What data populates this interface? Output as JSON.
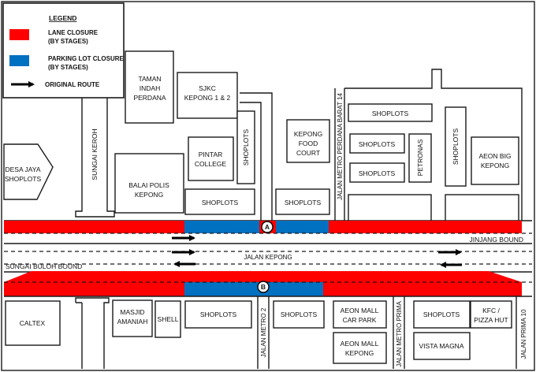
{
  "colors": {
    "lane": "#ff0000",
    "parking": "#0070c0"
  },
  "legend": {
    "title": "LEGEND",
    "lane_1": "LANE CLOSURE",
    "lane_2": "(BY STAGES)",
    "park_1": "PARKING LOT CLOSURE",
    "park_2": "(BY STAGES)",
    "route": "ORIGINAL ROUTE"
  },
  "roads": {
    "main": "JALAN KEPONG",
    "jinjang": "JINJANG BOUND",
    "sungai_buloh": "SUNGAI BULOH BOUND",
    "perdana": "JALAN METRO PERDANA BARAT 14",
    "metro2": "JALAN METRO 2",
    "metro_prima": "JALAN METRO PRIMA",
    "prima10": "JALAN PRIMA 10",
    "sungai_keroh": "SUNGAI KEROH"
  },
  "markers": {
    "a": "A",
    "b": "B"
  },
  "north": {
    "desa_1": "DESA JAYA",
    "desa_2": "SHOPLOTS",
    "taman_1": "TAMAN",
    "taman_2": "INDAH",
    "taman_3": "PERDANA",
    "sjkc_1": "SJKC",
    "sjkc_2": "KEPONG 1 & 2",
    "pintar_1": "PINTAR",
    "pintar_2": "COLLEGE",
    "shoplots_v1": "SHOPLOTS",
    "balai_1": "BALAI POLIS",
    "balai_2": "KEPONG",
    "shoplots_a": "SHOPLOTS",
    "fc_1": "KEPONG",
    "fc_2": "FOOD",
    "fc_3": "COURT",
    "shoplots_b": "SHOPLOTS",
    "shoplots_c": "SHOPLOTS",
    "shoplots_d": "SHOPLOTS",
    "shoplots_e": "SHOPLOTS",
    "petronas": "PETRONAS",
    "shoplots_v2": "SHOPLOTS",
    "aeon_1": "AEON BIG",
    "aeon_2": "KEPONG"
  },
  "south": {
    "caltex": "CALTEX",
    "masjid_1": "MASJID",
    "masjid_2": "AMANIAH",
    "shell": "SHELL",
    "shoplots_1": "SHOPLOTS",
    "shoplots_2": "SHOPLOTS",
    "carpark_1": "AEON MALL",
    "carpark_2": "CAR PARK",
    "mall_1": "AEON MALL",
    "mall_2": "KEPONG",
    "shoplots_3": "SHOPLOTS",
    "vista": "VISTA MAGNA",
    "kfc_1": "KFC /",
    "kfc_2": "PIZZA HUT"
  }
}
